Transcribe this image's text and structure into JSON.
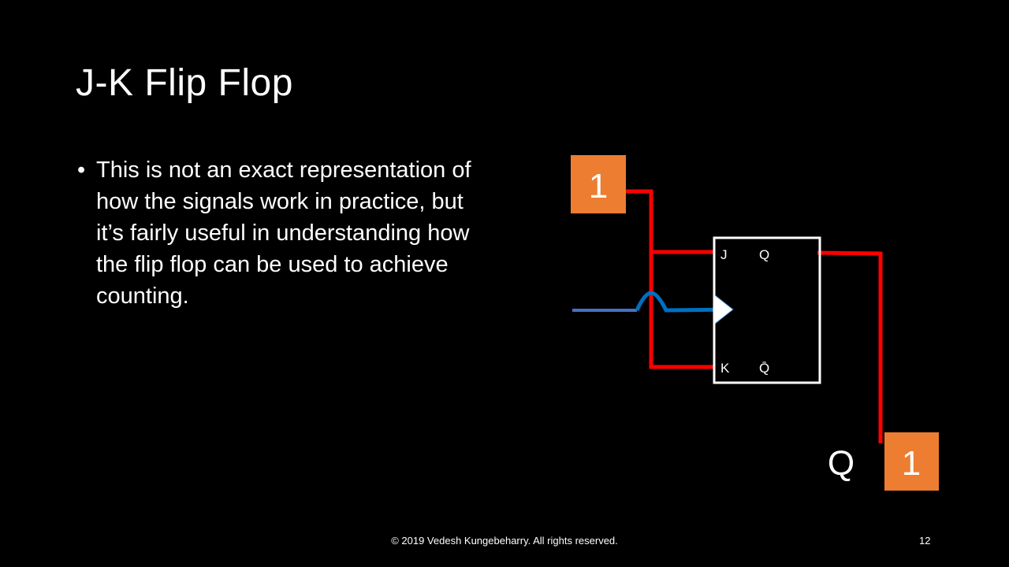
{
  "slide": {
    "title": "J-K  Flip Flop",
    "bullets": [
      {
        "marker": "•",
        "text": "This is not an exact representation of how the signals work in practice, but it’s fairly  useful in understanding how the flip flop can be used to achieve counting."
      }
    ],
    "footer": "© 2019  Vedesh Kungebeharry. All rights reserved.",
    "page_number": "12"
  },
  "diagram": {
    "input_value": "1",
    "output_value": "1",
    "output_label": "Q",
    "flip_flop": {
      "j_label": "J",
      "k_label": "K",
      "q_label": "Q",
      "qbar_label": "Q̄"
    },
    "colors": {
      "box": "#ED7D31",
      "wire": "#FF0000",
      "clock": "#0070C0",
      "clock_in": "#4472C4"
    }
  }
}
